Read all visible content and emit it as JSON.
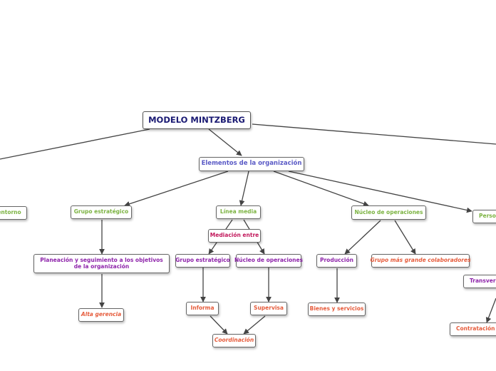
{
  "diagram": {
    "root": "MODELO MINTZBERG",
    "elementos": "Elementos de la organización",
    "entorno": "entorno",
    "grupo_estrategico": "Grupo estratégico",
    "planeacion": "Planeación y seguimiento a los objetivos de la organización",
    "alta_gerencia": "Alta gerencia",
    "linea_media": "Línea media",
    "mediacion": "Mediación entre",
    "lm_grupo_estrategico": "Grupo estratégico",
    "lm_nucleo_operaciones": "Núcleo de operaciones",
    "informa": "Informa",
    "supervisa": "Supervisa",
    "coordinacion": "Coordinación",
    "nucleo_operaciones": "Núcleo de operaciones",
    "produccion": "Producción",
    "grupo_grande": "Grupo más grande colaboradores",
    "bienes_servicios": "Bienes y servicios",
    "personal": "Persona",
    "transversal": "Transversa",
    "contratacion": "Contratación di"
  },
  "colors": {
    "root_text": "#1a1a73",
    "level1_text": "#5a5ac6",
    "green_text": "#7cb342",
    "purple_text": "#8e24aa",
    "magenta_text": "#c2185b",
    "orange_text": "#e65c3c",
    "connector": "#444444"
  }
}
